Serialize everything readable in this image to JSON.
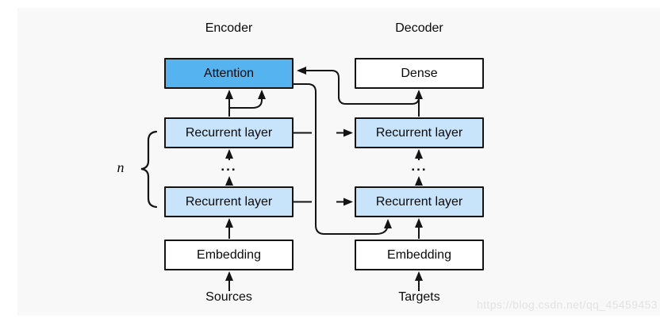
{
  "encoder": {
    "title": "Encoder",
    "attention": "Attention",
    "recurrent_top": "Recurrent layer",
    "dots": "...",
    "recurrent_bottom": "Recurrent layer",
    "embedding": "Embedding",
    "input_label": "Sources"
  },
  "decoder": {
    "title": "Decoder",
    "dense": "Dense",
    "recurrent_top": "Recurrent layer",
    "dots": "...",
    "recurrent_bottom": "Recurrent layer",
    "embedding": "Embedding",
    "input_label": "Targets"
  },
  "stack_label": "n",
  "watermark": "https://blog.csdn.net/qq_45459453",
  "colors": {
    "canvas_bg": "#f8f8f8",
    "attention_fill": "#55b4f0",
    "recurrent_fill": "#c8e4fb",
    "line": "#141414"
  }
}
